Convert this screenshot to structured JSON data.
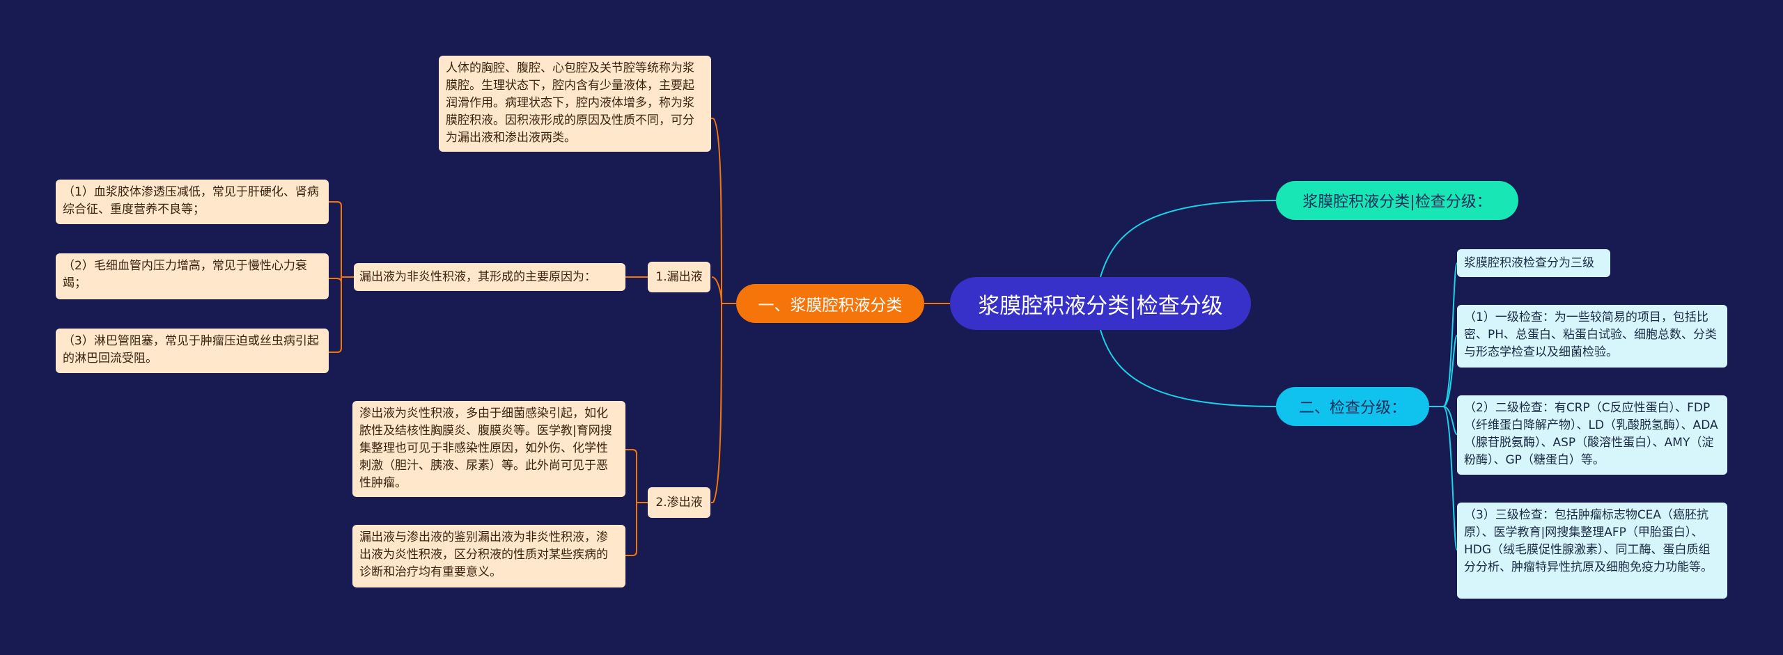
{
  "root": {
    "title": "浆膜腔积液分类|检查分级"
  },
  "left": {
    "branch": "一、浆膜腔积液分类",
    "intro": "人体的胸腔、腹腔、心包腔及关节腔等统称为浆膜腔。生理状态下，腔内含有少量液体，主要起润滑作用。病理状态下，腔内液体增多，称为浆膜腔积液。因积液形成的原因及性质不同，可分为漏出液和渗出液两类。",
    "sub1": {
      "label": "1.漏出液",
      "desc": "漏出液为非炎性积液，其形成的主要原因为：",
      "items": [
        "（1）血浆胶体渗透压减低，常见于肝硬化、肾病综合征、重度营养不良等；",
        "（2）毛细血管内压力增高，常见于慢性心力衰竭；",
        "（3）淋巴管阻塞，常见于肿瘤压迫或丝虫病引起的淋巴回流受阻。"
      ]
    },
    "sub2": {
      "label": "2.渗出液",
      "items": [
        "渗出液为炎性积液，多由于细菌感染引起，如化脓性及结核性胸膜炎、腹膜炎等。医学教|育网搜集整理也可见于非感染性原因，如外伤、化学性刺激（胆汁、胰液、尿素）等。此外尚可见于恶性肿瘤。",
        "漏出液与渗出液的鉴别漏出液为非炎性积液，渗出液为炎性积液，区分积液的性质对某些疾病的诊断和治疗均有重要意义。"
      ]
    }
  },
  "right": {
    "branch1": "浆膜腔积液分类|检查分级：",
    "branch2": "二、检查分级：",
    "items": [
      "浆膜腔积液检查分为三级",
      "（1）一级检查：为一些较简易的项目，包括比密、PH、总蛋白、粘蛋白试验、细胞总数、分类与形态学检查以及细菌检验。",
      "（2）二级检查：有CRP（C反应性蛋白）、FDP（纤维蛋白降解产物）、LD（乳酸脱氢酶）、ADA（腺苷脱氨酶）、ASP（酸溶性蛋白）、AMY（淀粉酶）、GP（糖蛋白）等。",
      "（3）三级检查：包括肿瘤标志物CEA（癌胚抗原）、医学教育|网搜集整理AFP（甲胎蛋白）、HDG（绒毛膜促性腺激素）、同工酶、蛋白质组分分析、肿瘤特异性抗原及细胞免疫力功能等。"
    ]
  },
  "colors": {
    "background": "#181a52",
    "root": "#3730c9",
    "left_branch": "#f5750a",
    "right_branch1": "#19e6b5",
    "right_branch2": "#0fc3ee",
    "peach_node": "#ffe7cc",
    "cyan_node": "#d7f6fb"
  }
}
